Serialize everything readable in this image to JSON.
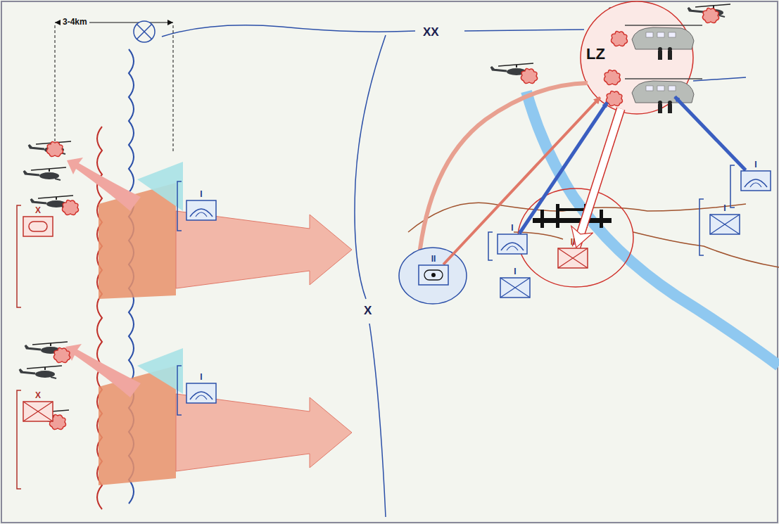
{
  "diagram": {
    "nodes": [
      {
        "text": [
          "LZ"
        ]
      },
      {
        "text": [
          "II"
        ]
      },
      {
        "text": [
          "I"
        ]
      },
      {
        "text": [
          "I"
        ]
      },
      {
        "text": [
          "II"
        ]
      },
      {
        "text": [
          "X"
        ]
      },
      {
        "text": [
          "X"
        ]
      },
      {
        "text": [
          "I"
        ]
      },
      {
        "text": [
          "I"
        ]
      },
      {
        "text": [
          "I"
        ]
      },
      {
        "text": [
          "I"
        ]
      }
    ],
    "edges": [
      {
        "from": 2,
        "to": 0,
        "arrow": "to"
      },
      {
        "from": 3,
        "to": 0,
        "arrow": "to"
      },
      {
        "from": 4,
        "to": 0,
        "arrow": "to"
      },
      {
        "from": 0,
        "to": 1,
        "arrow": "to"
      }
    ],
    "labels": [
      "3-4km",
      "XX",
      "X"
    ]
  }
}
